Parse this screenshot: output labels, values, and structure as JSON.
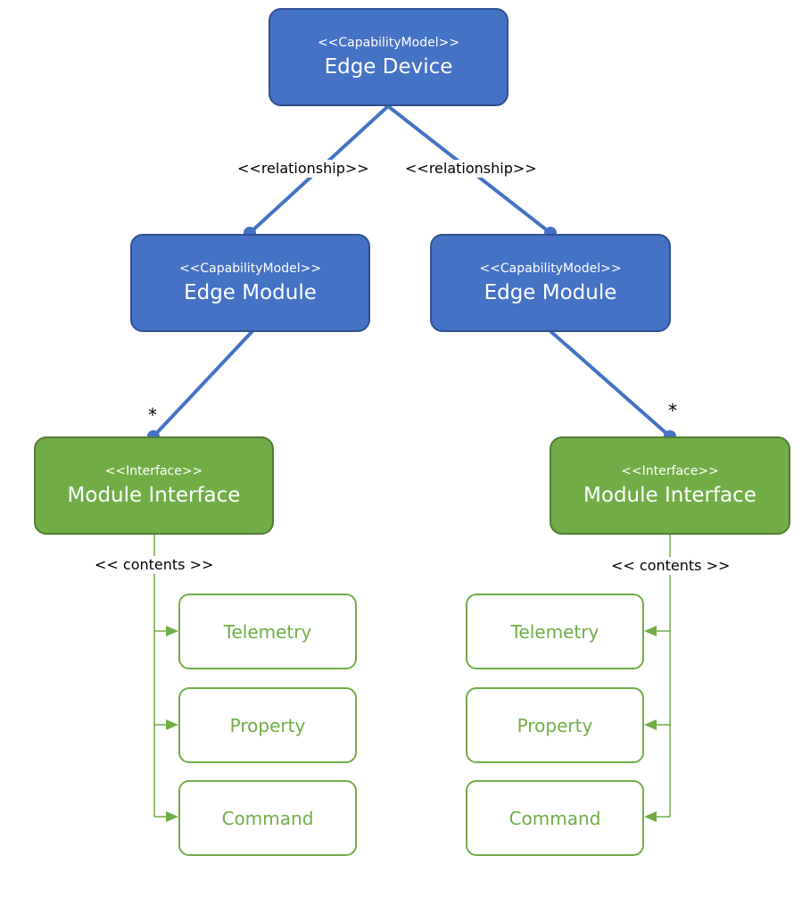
{
  "nodes": {
    "edge_device": {
      "stereotype": "<<CapabilityModel>>",
      "title": "Edge Device"
    },
    "edge_module_left": {
      "stereotype": "<<CapabilityModel>>",
      "title": "Edge Module"
    },
    "edge_module_right": {
      "stereotype": "<<CapabilityModel>>",
      "title": "Edge Module"
    },
    "module_interface_left": {
      "stereotype": "<<Interface>>",
      "title": "Module Interface"
    },
    "module_interface_right": {
      "stereotype": "<<Interface>>",
      "title": "Module Interface"
    }
  },
  "leaves_left": [
    "Telemetry",
    "Property",
    "Command"
  ],
  "leaves_right": [
    "Telemetry",
    "Property",
    "Command"
  ],
  "edge_labels": {
    "relationship_left": "<<relationship>>",
    "relationship_right": "<<relationship>>",
    "contents_left": "<< contents >>",
    "contents_right": "<< contents >>",
    "multiplicity_left": "*",
    "multiplicity_right": "*"
  },
  "colors": {
    "capability_fill": "#4472c4",
    "interface_fill": "#70ad47",
    "connector_blue": "#4472c4",
    "connector_green": "#70ad47"
  }
}
